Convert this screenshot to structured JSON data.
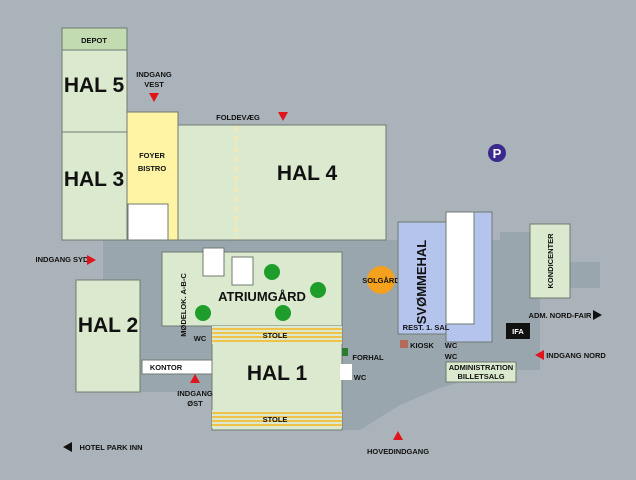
{
  "colors": {
    "background": "#a9b3b9",
    "corridor": "#9aa6ae",
    "hall": "#dbe9cf",
    "depot": "#c2dbb0",
    "foyer": "#fff4a3",
    "pool": "#b4c4ec",
    "solgaard": "#f4a11e",
    "tree": "#1f9d2b",
    "stole_stripe": "#f0c24a",
    "marker": "#e0141b",
    "parking": "#3a2a8e"
  },
  "halls": {
    "depot": "DEPOT",
    "hal5": "HAL 5",
    "hal3": "HAL 3",
    "hal4": "HAL 4",
    "hal2": "HAL 2",
    "hal1": "HAL 1"
  },
  "rooms": {
    "foyer_line1": "FOYER",
    "foyer_line2": "BISTRO",
    "atriumgaard": "ATRIUMGÅRD",
    "moedelok": "MØDELOK. A-B-C",
    "stole_top": "STOLE",
    "stole_bottom": "STOLE",
    "solgaard": "SOLGÅRD",
    "svoemmehal": "SVØMMEHAL",
    "kondicenter": "KONDICENTER",
    "rest": "REST. 1. SAL",
    "kiosk": "KIOSK",
    "forhal": "FORHAL",
    "kontor": "KONTOR",
    "administration": "ADMINISTRATION",
    "billetsalg": "BILLETSALG",
    "ifa": "IFA",
    "wc_left": "WC",
    "wc_right1": "WC",
    "wc_right2": "WC",
    "wc_forhal": "WC",
    "parking": "P"
  },
  "labels": {
    "foldevaeg": "FOLDEVÆG",
    "indgang_vest_1": "INDGANG",
    "indgang_vest_2": "VEST",
    "indgang_syd": "INDGANG SYD",
    "indgang_oest_1": "INDGANG",
    "indgang_oest_2": "ØST",
    "hovedindgang": "HOVEDINDGANG",
    "indgang_nord": "INDGANG NORD",
    "adm_nord_fair": "ADM. NORD-FAIR",
    "hotel_park_inn": "HOTEL PARK INN"
  }
}
